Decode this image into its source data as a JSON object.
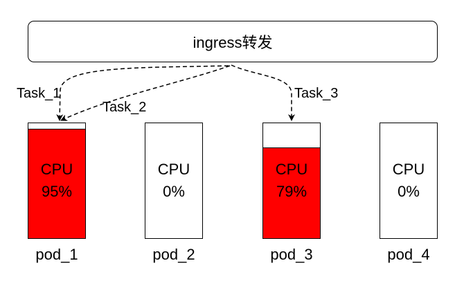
{
  "ingress": {
    "label": "ingress转发"
  },
  "tasks": [
    {
      "label": "Task_1",
      "target": "pod_1"
    },
    {
      "label": "Task_2",
      "target": "pod_1"
    },
    {
      "label": "Task_3",
      "target": "pod_3"
    }
  ],
  "pods": [
    {
      "name": "pod_1",
      "cpu_label": "CPU",
      "cpu_value": "95%",
      "usage": 0.95
    },
    {
      "name": "pod_2",
      "cpu_label": "CPU",
      "cpu_value": "0%",
      "usage": 0.0
    },
    {
      "name": "pod_3",
      "cpu_label": "CPU",
      "cpu_value": "79%",
      "usage": 0.79
    },
    {
      "name": "pod_4",
      "cpu_label": "CPU",
      "cpu_value": "0%",
      "usage": 0.0
    }
  ],
  "colors": {
    "high_load": "#ff0000",
    "idle": "#ffffff",
    "stroke": "#000000"
  }
}
